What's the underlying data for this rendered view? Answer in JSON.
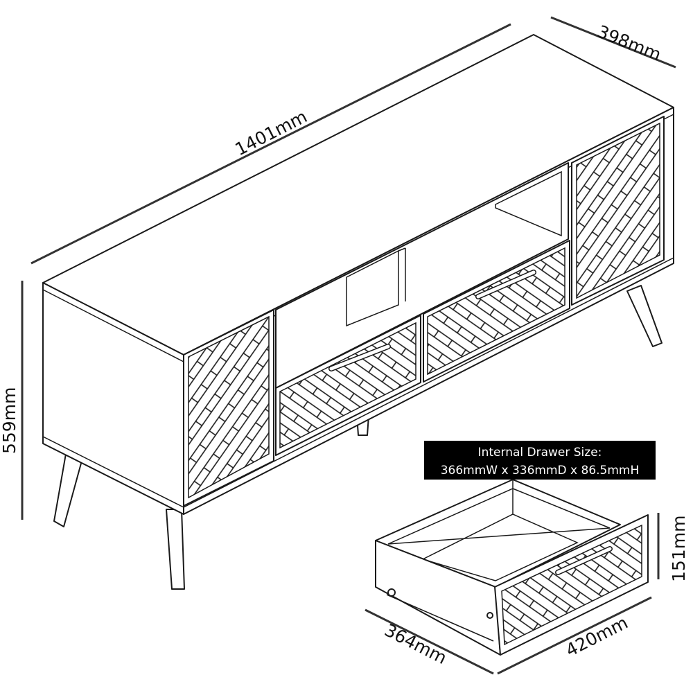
{
  "dimensions": {
    "width": "1401mm",
    "depth": "398mm",
    "height": "559mm",
    "drawer_height": "151mm",
    "drawer_depth": "364mm",
    "drawer_width": "420mm"
  },
  "drawer_label": {
    "title": "Internal Drawer Size:",
    "size": "366mmW x 336mmD x 86.5mmH"
  },
  "colors": {
    "line": "#1a1a1a",
    "label_bg": "#000000",
    "label_text": "#ffffff"
  }
}
